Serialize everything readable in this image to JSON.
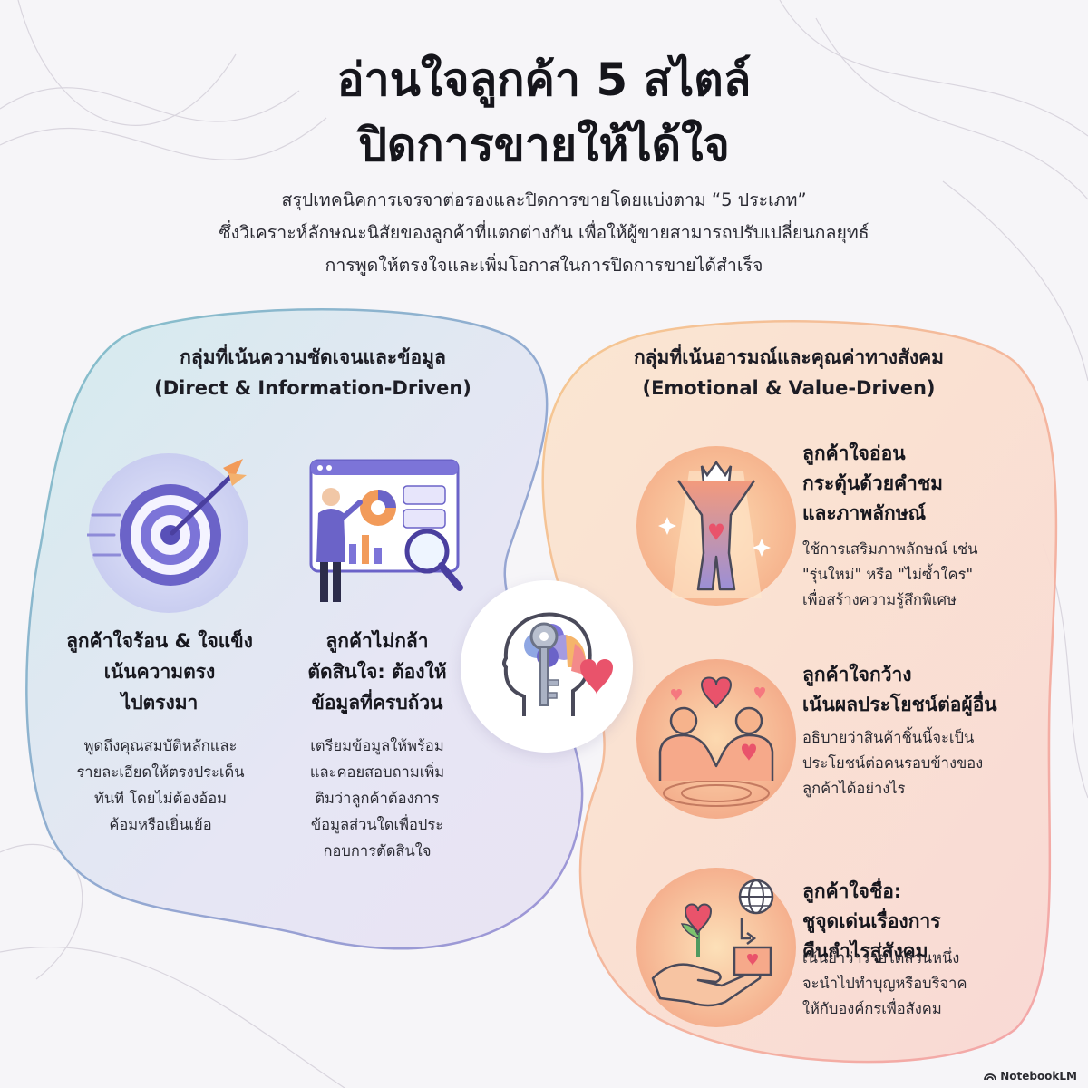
{
  "header": {
    "title_lines": [
      "อ่านใจลูกค้า 5 สไตล์",
      "ปิดการขายให้ได้ใจ"
    ],
    "subtitle_lines": [
      "สรุปเทคนิคการเจรจาต่อรองและปิดการขายโดยแบ่งตาม “5 ประเภท”",
      "ซึ่งวิเคราะห์ลักษณะนิสัยของลูกค้าที่แตกต่างกัน เพื่อให้ผู้ขายสามารถปรับเปลี่ยนกลยุทธ์",
      "การพูดให้ตรงใจและเพิ่มโอกาสในการปิดการขายได้สำเร็จ"
    ]
  },
  "groups": {
    "left": {
      "heading_lines": [
        "กลุ่มที่เน้นความชัดเจนและข้อมูล",
        "(Direct & Information-Driven)"
      ],
      "cards": [
        {
          "title_lines": [
            "ลูกค้าใจร้อน & ใจแข็ง",
            "เน้นความตรง",
            "ไปตรงมา"
          ],
          "desc_lines": [
            "พูดถึงคุณสมบัติหลักและ",
            "รายละเอียดให้ตรงประเด็น",
            "ทันที โดยไม่ต้องอ้อม",
            "ค้อมหรือเยิ่นเย้อ"
          ],
          "icon": "target-arrow-icon"
        },
        {
          "title_lines": [
            "ลูกค้าไม่กล้า",
            "ตัดสินใจ: ต้องให้",
            "ข้อมูลที่ครบถ้วน"
          ],
          "desc_lines": [
            "เตรียมข้อมูลให้พร้อม",
            "และคอยสอบถามเพิ่ม",
            "ติมว่าลูกค้าต้องการ",
            "ข้อมูลส่วนใดเพื่อประ",
            "กอบการตัดสินใจ"
          ],
          "icon": "data-presentation-icon"
        }
      ]
    },
    "right": {
      "heading_lines": [
        "กลุ่มที่เน้นอารมณ์และคุณค่าทางสังคม",
        "(Emotional & Value-Driven)"
      ],
      "cards": [
        {
          "title_lines": [
            "ลูกค้าใจอ่อน",
            "กระตุ้นด้วยคำชม",
            "และภาพลักษณ์"
          ],
          "desc_lines": [
            "ใช้การเสริมภาพลักษณ์ เช่น",
            "\"รุ่นใหม่\" หรือ \"ไม่ซ้ำใคร\"",
            "เพื่อสร้างความรู้สึกพิเศษ"
          ],
          "icon": "crowned-person-icon"
        },
        {
          "title_lines": [
            "ลูกค้าใจกว้าง",
            "เน้นผลประโยชน์ต่อผู้อื่น"
          ],
          "desc_lines": [
            "อธิบายว่าสินค้าชิ้นนี้จะเป็น",
            "ประโยชน์ต่อคนรอบข้างของ",
            "ลูกค้าได้อย่างไร"
          ],
          "icon": "people-heart-icon"
        },
        {
          "title_lines": [
            "ลูกค้าใจชื่อ:",
            "ชูจุดเด่นเรื่องการ",
            "คืนกำไรสู่สังคม"
          ],
          "desc_lines": [
            "เน้นย้ำว่ารายได้ส่วนหนึ่ง",
            "จะนำไปทำบุญหรือบริจาค",
            "ให้กับองค์กรเพื่อสังคม"
          ],
          "icon": "giving-hand-globe-icon"
        }
      ]
    }
  },
  "center_icon": "head-key-heart-icon",
  "brand": {
    "name": "NotebookLM"
  },
  "colors": {
    "left_blob": "#d9ecf2",
    "right_blob": "#fbe3d4",
    "left_outline": "#8fb4cf",
    "right_outline": "#f0b98f",
    "accent_purple": "#6b63c8",
    "accent_orange": "#f29b5a",
    "heart_red": "#e9536b"
  }
}
